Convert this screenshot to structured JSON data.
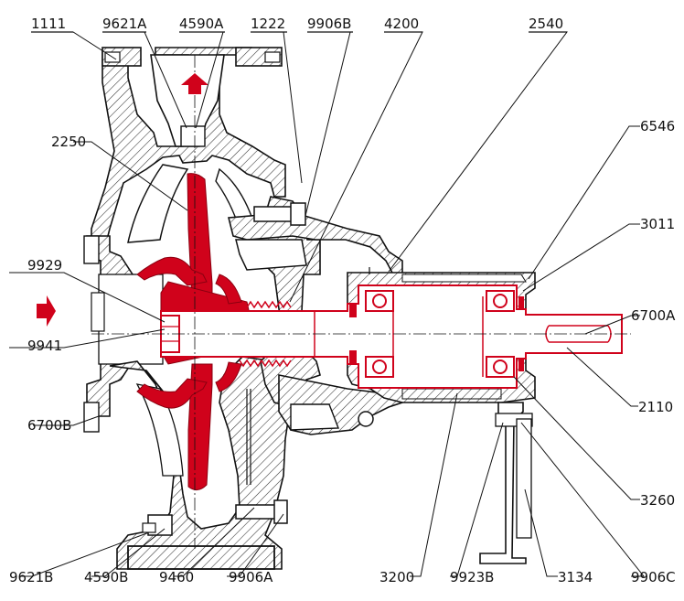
{
  "diagram": {
    "colors": {
      "accent": "#d0021b",
      "line": "#111111",
      "background": "#ffffff"
    },
    "callouts": {
      "c1111": "1111",
      "c9621A": "9621A",
      "c4590A": "4590A",
      "c1222": "1222",
      "c9906B": "9906B",
      "c4200": "4200",
      "c2540": "2540",
      "c6546": "6546",
      "c3011": "3011",
      "c6700A": "6700A",
      "c2110": "2110",
      "c3260": "3260",
      "c9906C": "9906C",
      "c3134": "3134",
      "c9923B": "9923B",
      "c3200": "3200",
      "c9906A": "9906A",
      "c9460": "9460",
      "c4590B": "4590B",
      "c9621B": "9621B",
      "c6700B": "6700B",
      "c9941": "9941",
      "c9929": "9929",
      "c2250": "2250"
    }
  }
}
